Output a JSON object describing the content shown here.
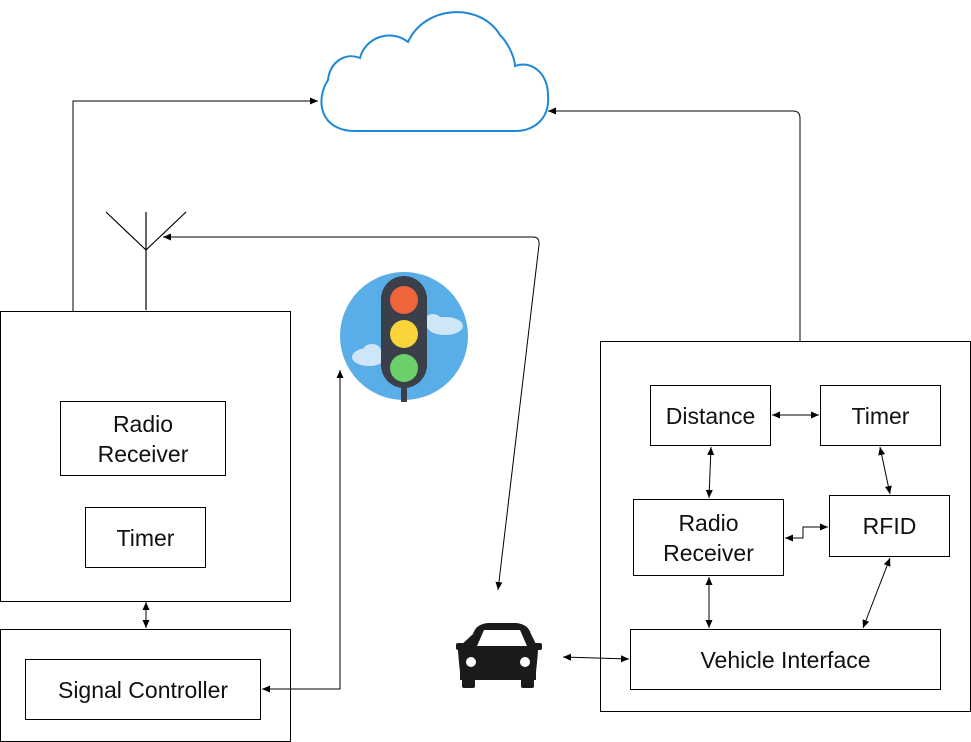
{
  "colors": {
    "cloud_stroke": "#1e88d6",
    "line": "#000000",
    "traffic_light_bg": "#5aaee8",
    "traffic_light_body": "#3a3f4a",
    "red": "#f0643c",
    "yellow": "#f9d43a",
    "green": "#6cd06a",
    "car": "#1a1a1a"
  },
  "left_unit": {
    "radio_receiver_label": "Radio\nReceiver",
    "timer_label": "Timer"
  },
  "signal_controller_label": "Signal Controller",
  "vehicle_unit": {
    "distance_label": "Distance",
    "timer_label": "Timer",
    "radio_receiver_label": "Radio\nReceiver",
    "rfid_label": "RFID",
    "vehicle_interface_label": "Vehicle Interface"
  },
  "icons": {
    "cloud": "cloud-icon",
    "antenna": "antenna-icon",
    "traffic_light": "traffic-light-icon",
    "car": "car-icon"
  }
}
